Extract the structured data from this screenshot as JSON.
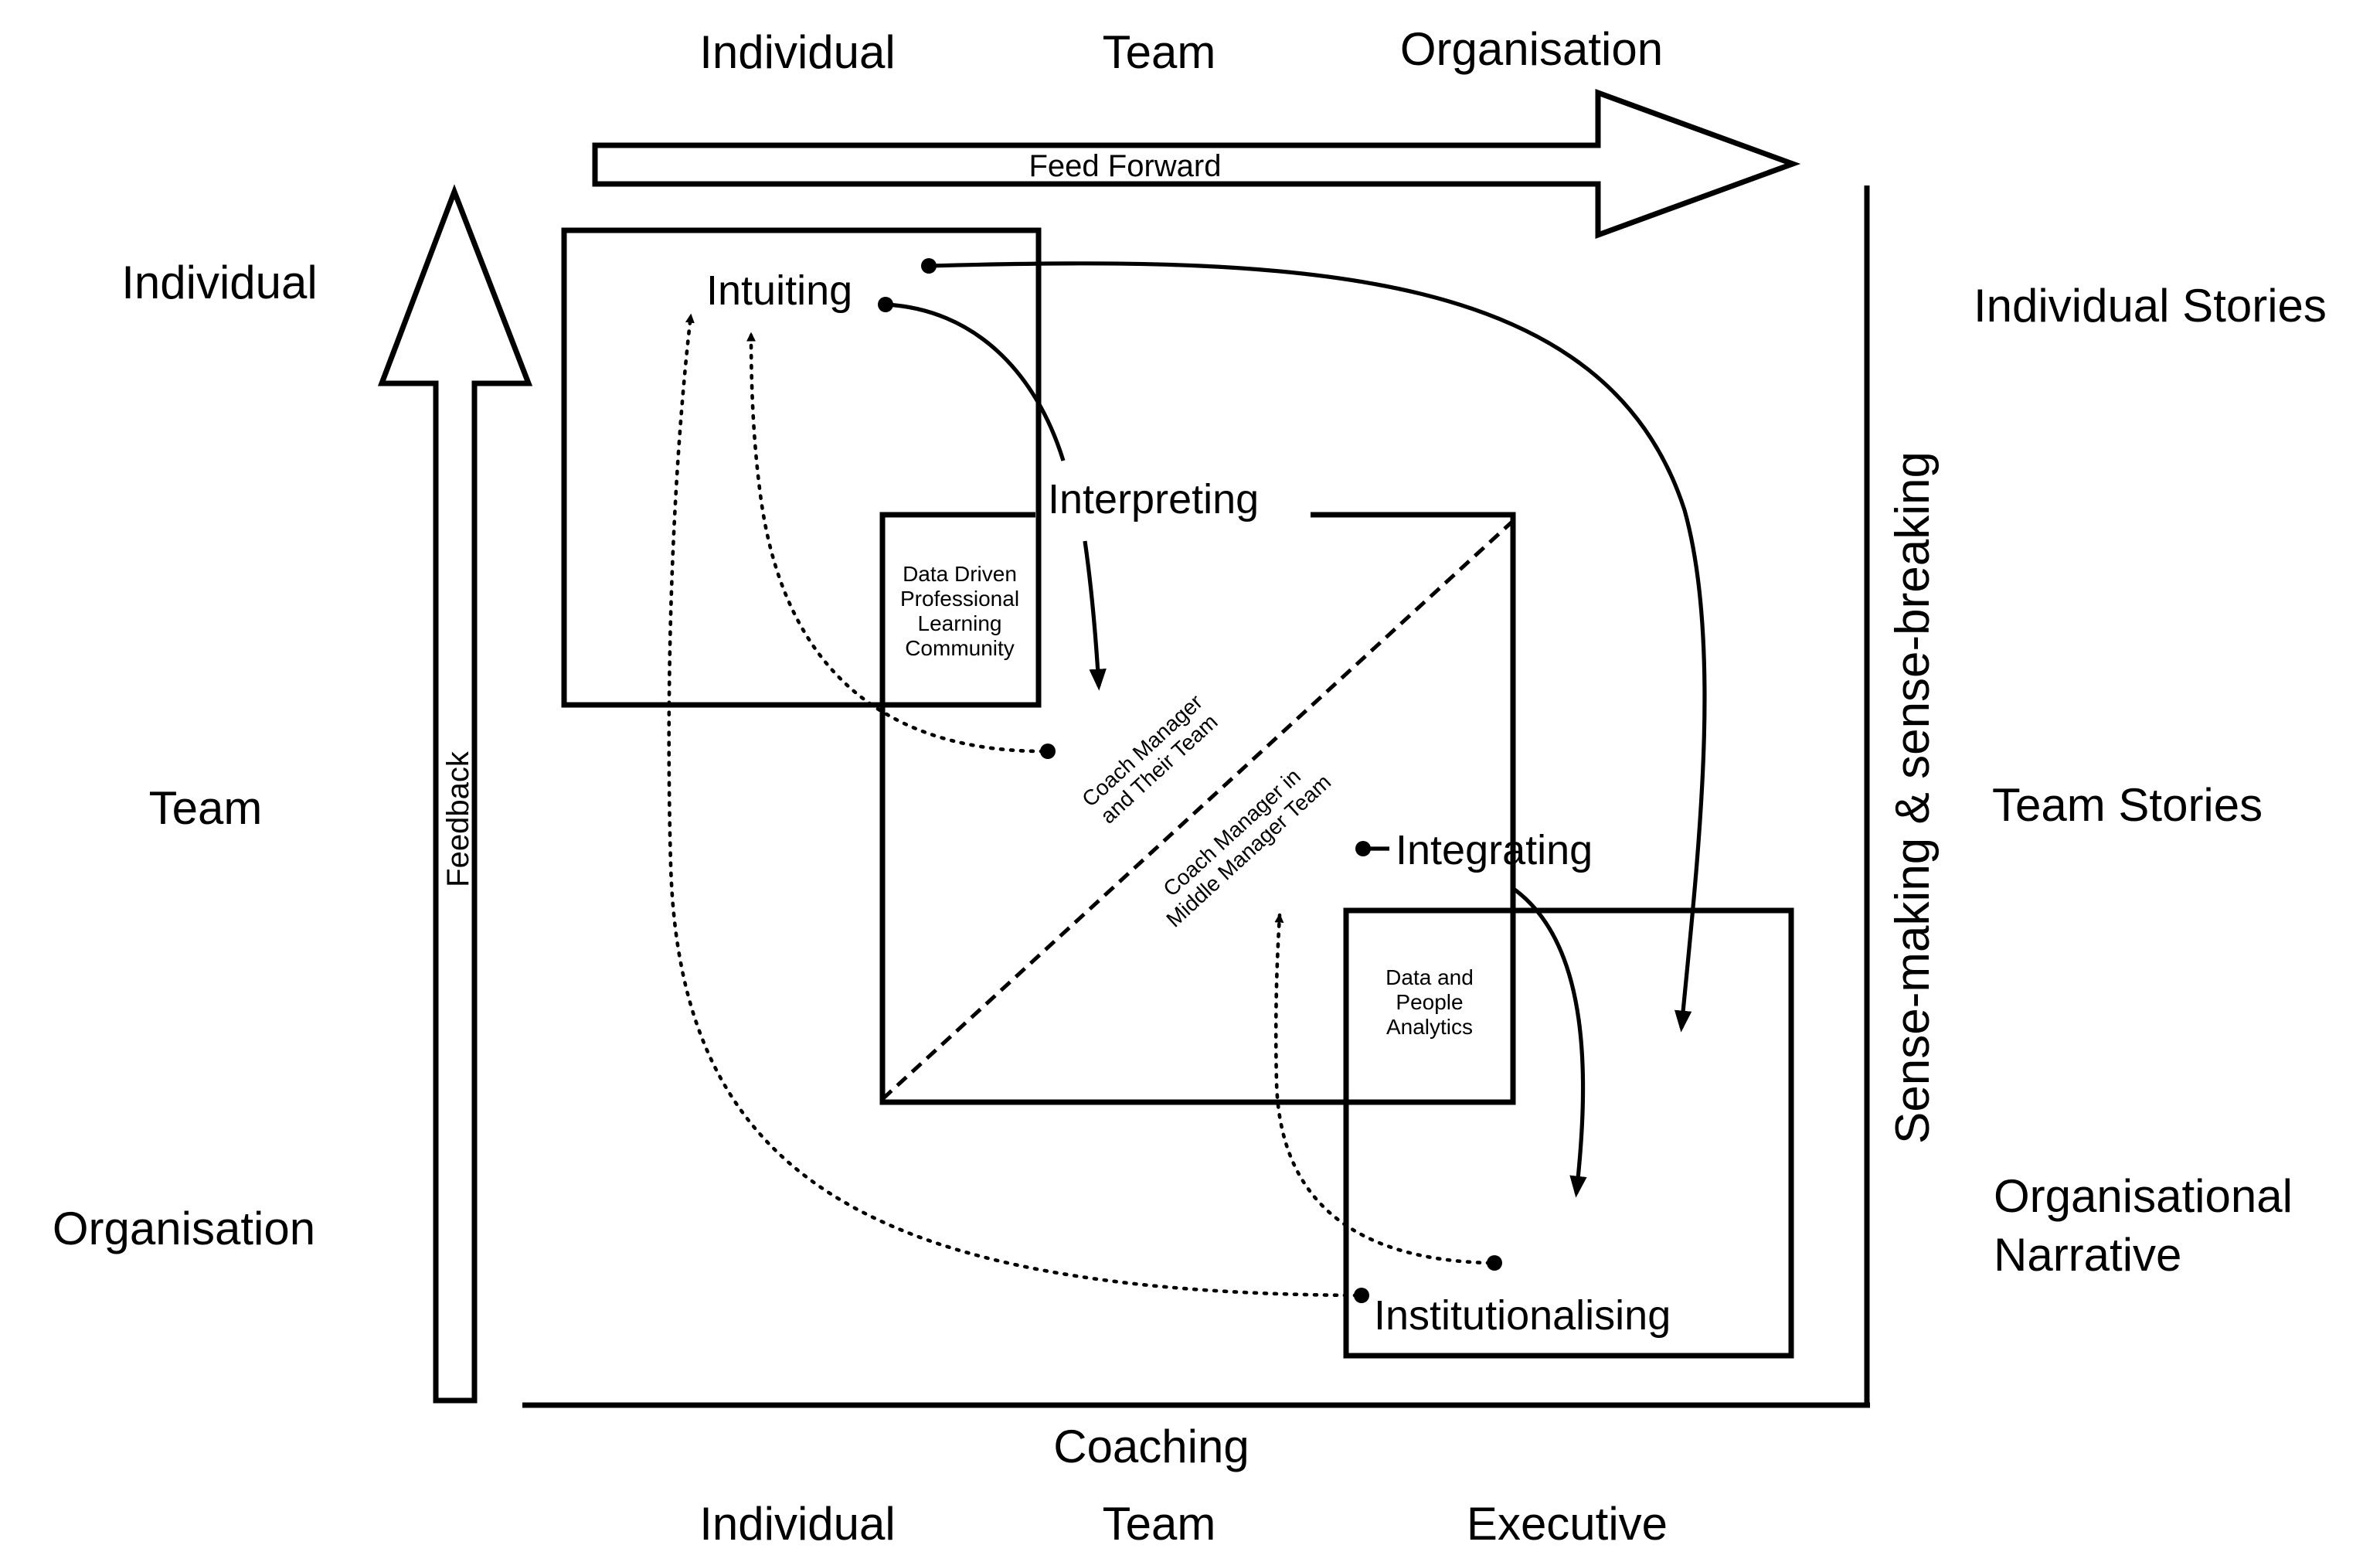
{
  "top_axis": {
    "labels": [
      "Individual",
      "Team",
      "Organisation"
    ]
  },
  "left_axis": {
    "labels": [
      "Individual",
      "Team",
      "Organisation"
    ]
  },
  "right_axis": {
    "labels": [
      "Individual Stories",
      "Team Stories",
      "Organisational",
      "Narrative"
    ]
  },
  "bottom_axis": {
    "title": "Coaching",
    "labels": [
      "Individual",
      "Team",
      "Executive"
    ]
  },
  "arrows": {
    "feed_forward": "Feed Forward",
    "feedback": "Feedback",
    "sense_making": "Sense-making & sense-breaking"
  },
  "stages": {
    "intuiting": "Intuiting",
    "interpreting": "Interpreting",
    "integrating": "Integrating",
    "institutionalising": "Institutionalising"
  },
  "boxes": {
    "pln": [
      "Data Driven",
      "Professional",
      "Learning",
      "Community"
    ],
    "analytics": [
      "Data and",
      "People",
      "Analytics"
    ]
  },
  "diagonal": {
    "team": [
      "Coach Manager",
      "and Their Team"
    ],
    "middle": [
      "Coach Manager in",
      "Middle Manager Team"
    ]
  }
}
